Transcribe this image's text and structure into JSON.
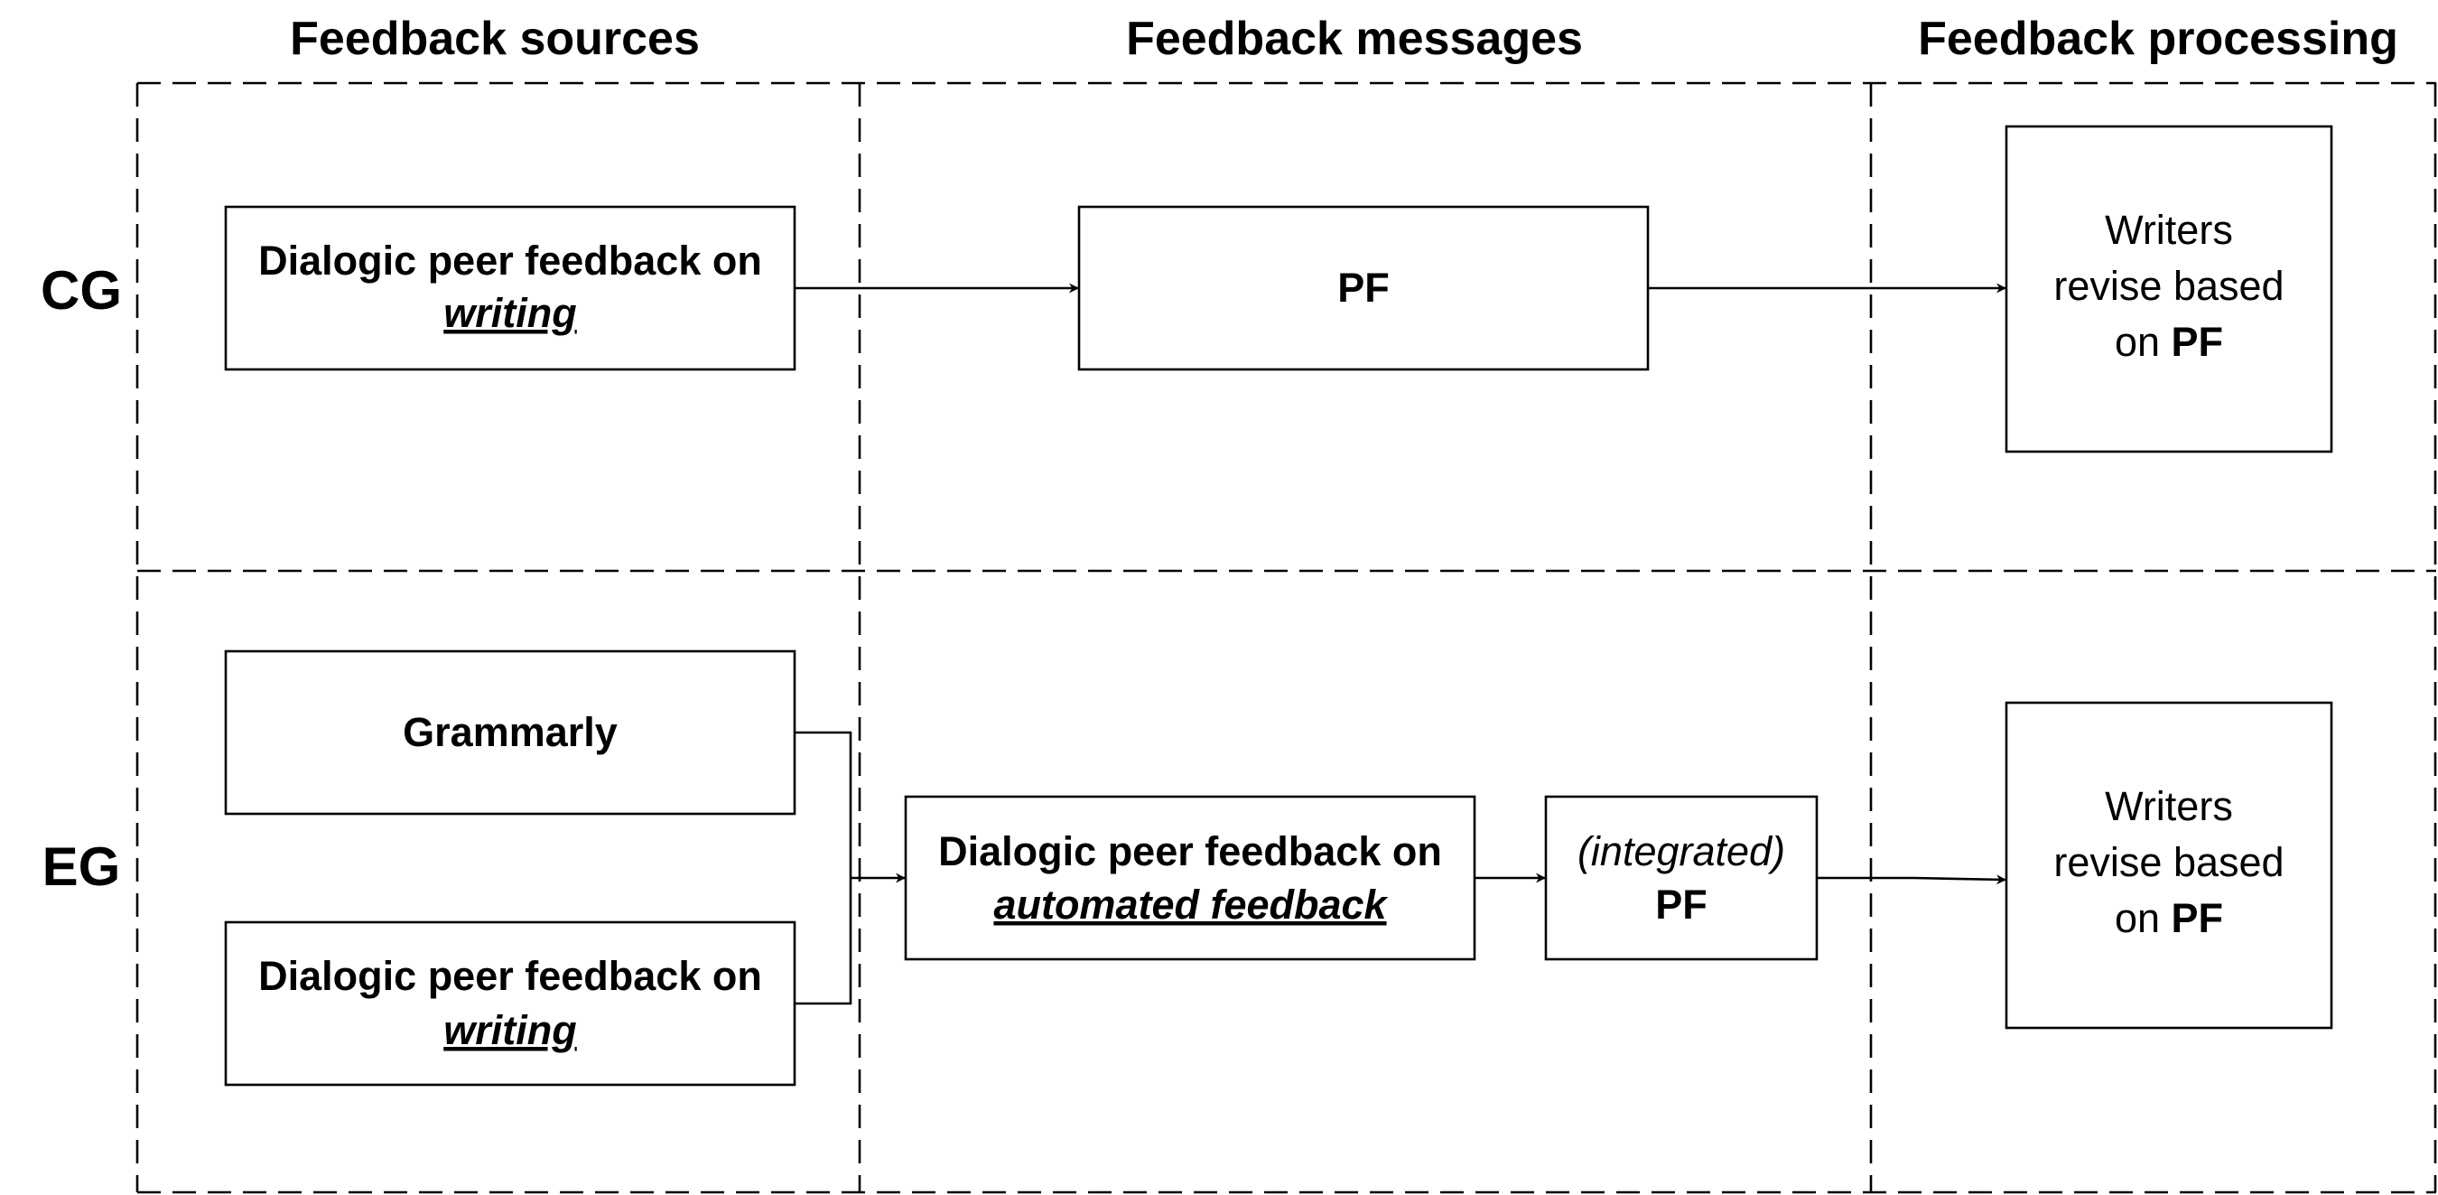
{
  "headers": {
    "sources": "Feedback sources",
    "messages": "Feedback messages",
    "processing": "Feedback processing"
  },
  "rows": {
    "cg": "CG",
    "eg": "EG"
  },
  "cg": {
    "source_box": {
      "line1": "Dialogic peer feedback on",
      "line2": "writing"
    },
    "message_box": {
      "label": "PF"
    },
    "processing_box": {
      "line1": "Writers",
      "line2": "revise based",
      "line3_prefix": "on",
      "line3_bold": "PF"
    }
  },
  "eg": {
    "grammarly_box": {
      "label": "Grammarly"
    },
    "source_box": {
      "line1": "Dialogic peer feedback on",
      "line2": "writing"
    },
    "automated_box": {
      "line1": "Dialogic peer feedback on",
      "line2": "automated feedback"
    },
    "integrated_box": {
      "line1": "(integrated)",
      "line2": "PF"
    },
    "processing_box": {
      "line1": "Writers",
      "line2": "revise based",
      "line3_prefix": "on",
      "line3_bold": "PF"
    }
  }
}
